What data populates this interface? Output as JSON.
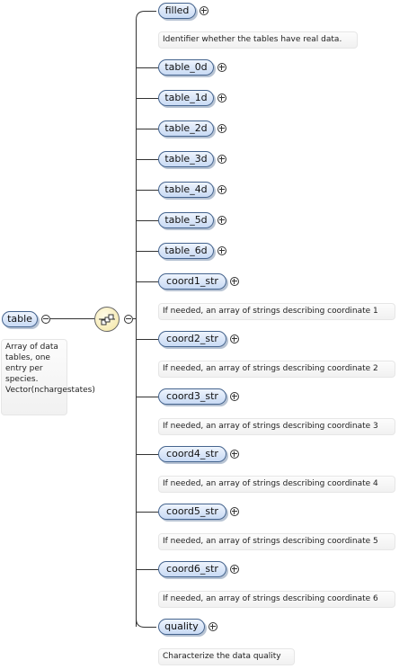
{
  "root": {
    "label": "table",
    "doc": "Array of data tables, one entry per species. Vector(nchargestates)"
  },
  "icons": {
    "sequence": "sequence-compositor-icon",
    "collapse": "minus-circle-icon",
    "expand": "plus-circle-icon"
  },
  "colors": {
    "node_border": "#45648e",
    "node_fill": "#c8daf4",
    "compositor_fill": "#f3e5a2"
  },
  "children": [
    {
      "label": "filled",
      "doc": "Identifier whether the tables have real data."
    },
    {
      "label": "table_0d"
    },
    {
      "label": "table_1d"
    },
    {
      "label": "table_2d"
    },
    {
      "label": "table_3d"
    },
    {
      "label": "table_4d"
    },
    {
      "label": "table_5d"
    },
    {
      "label": "table_6d"
    },
    {
      "label": "coord1_str",
      "doc": "If needed, an array of strings describing coordinate 1"
    },
    {
      "label": "coord2_str",
      "doc": "If needed, an array of strings describing coordinate 2"
    },
    {
      "label": "coord3_str",
      "doc": "If needed, an array of strings describing coordinate 3"
    },
    {
      "label": "coord4_str",
      "doc": "If needed, an array of strings describing coordinate 4"
    },
    {
      "label": "coord5_str",
      "doc": "If needed, an array of strings describing coordinate 5"
    },
    {
      "label": "coord6_str",
      "doc": "If needed, an array of strings describing coordinate 6"
    },
    {
      "label": "quality",
      "doc": "Characterize the data quality"
    }
  ]
}
